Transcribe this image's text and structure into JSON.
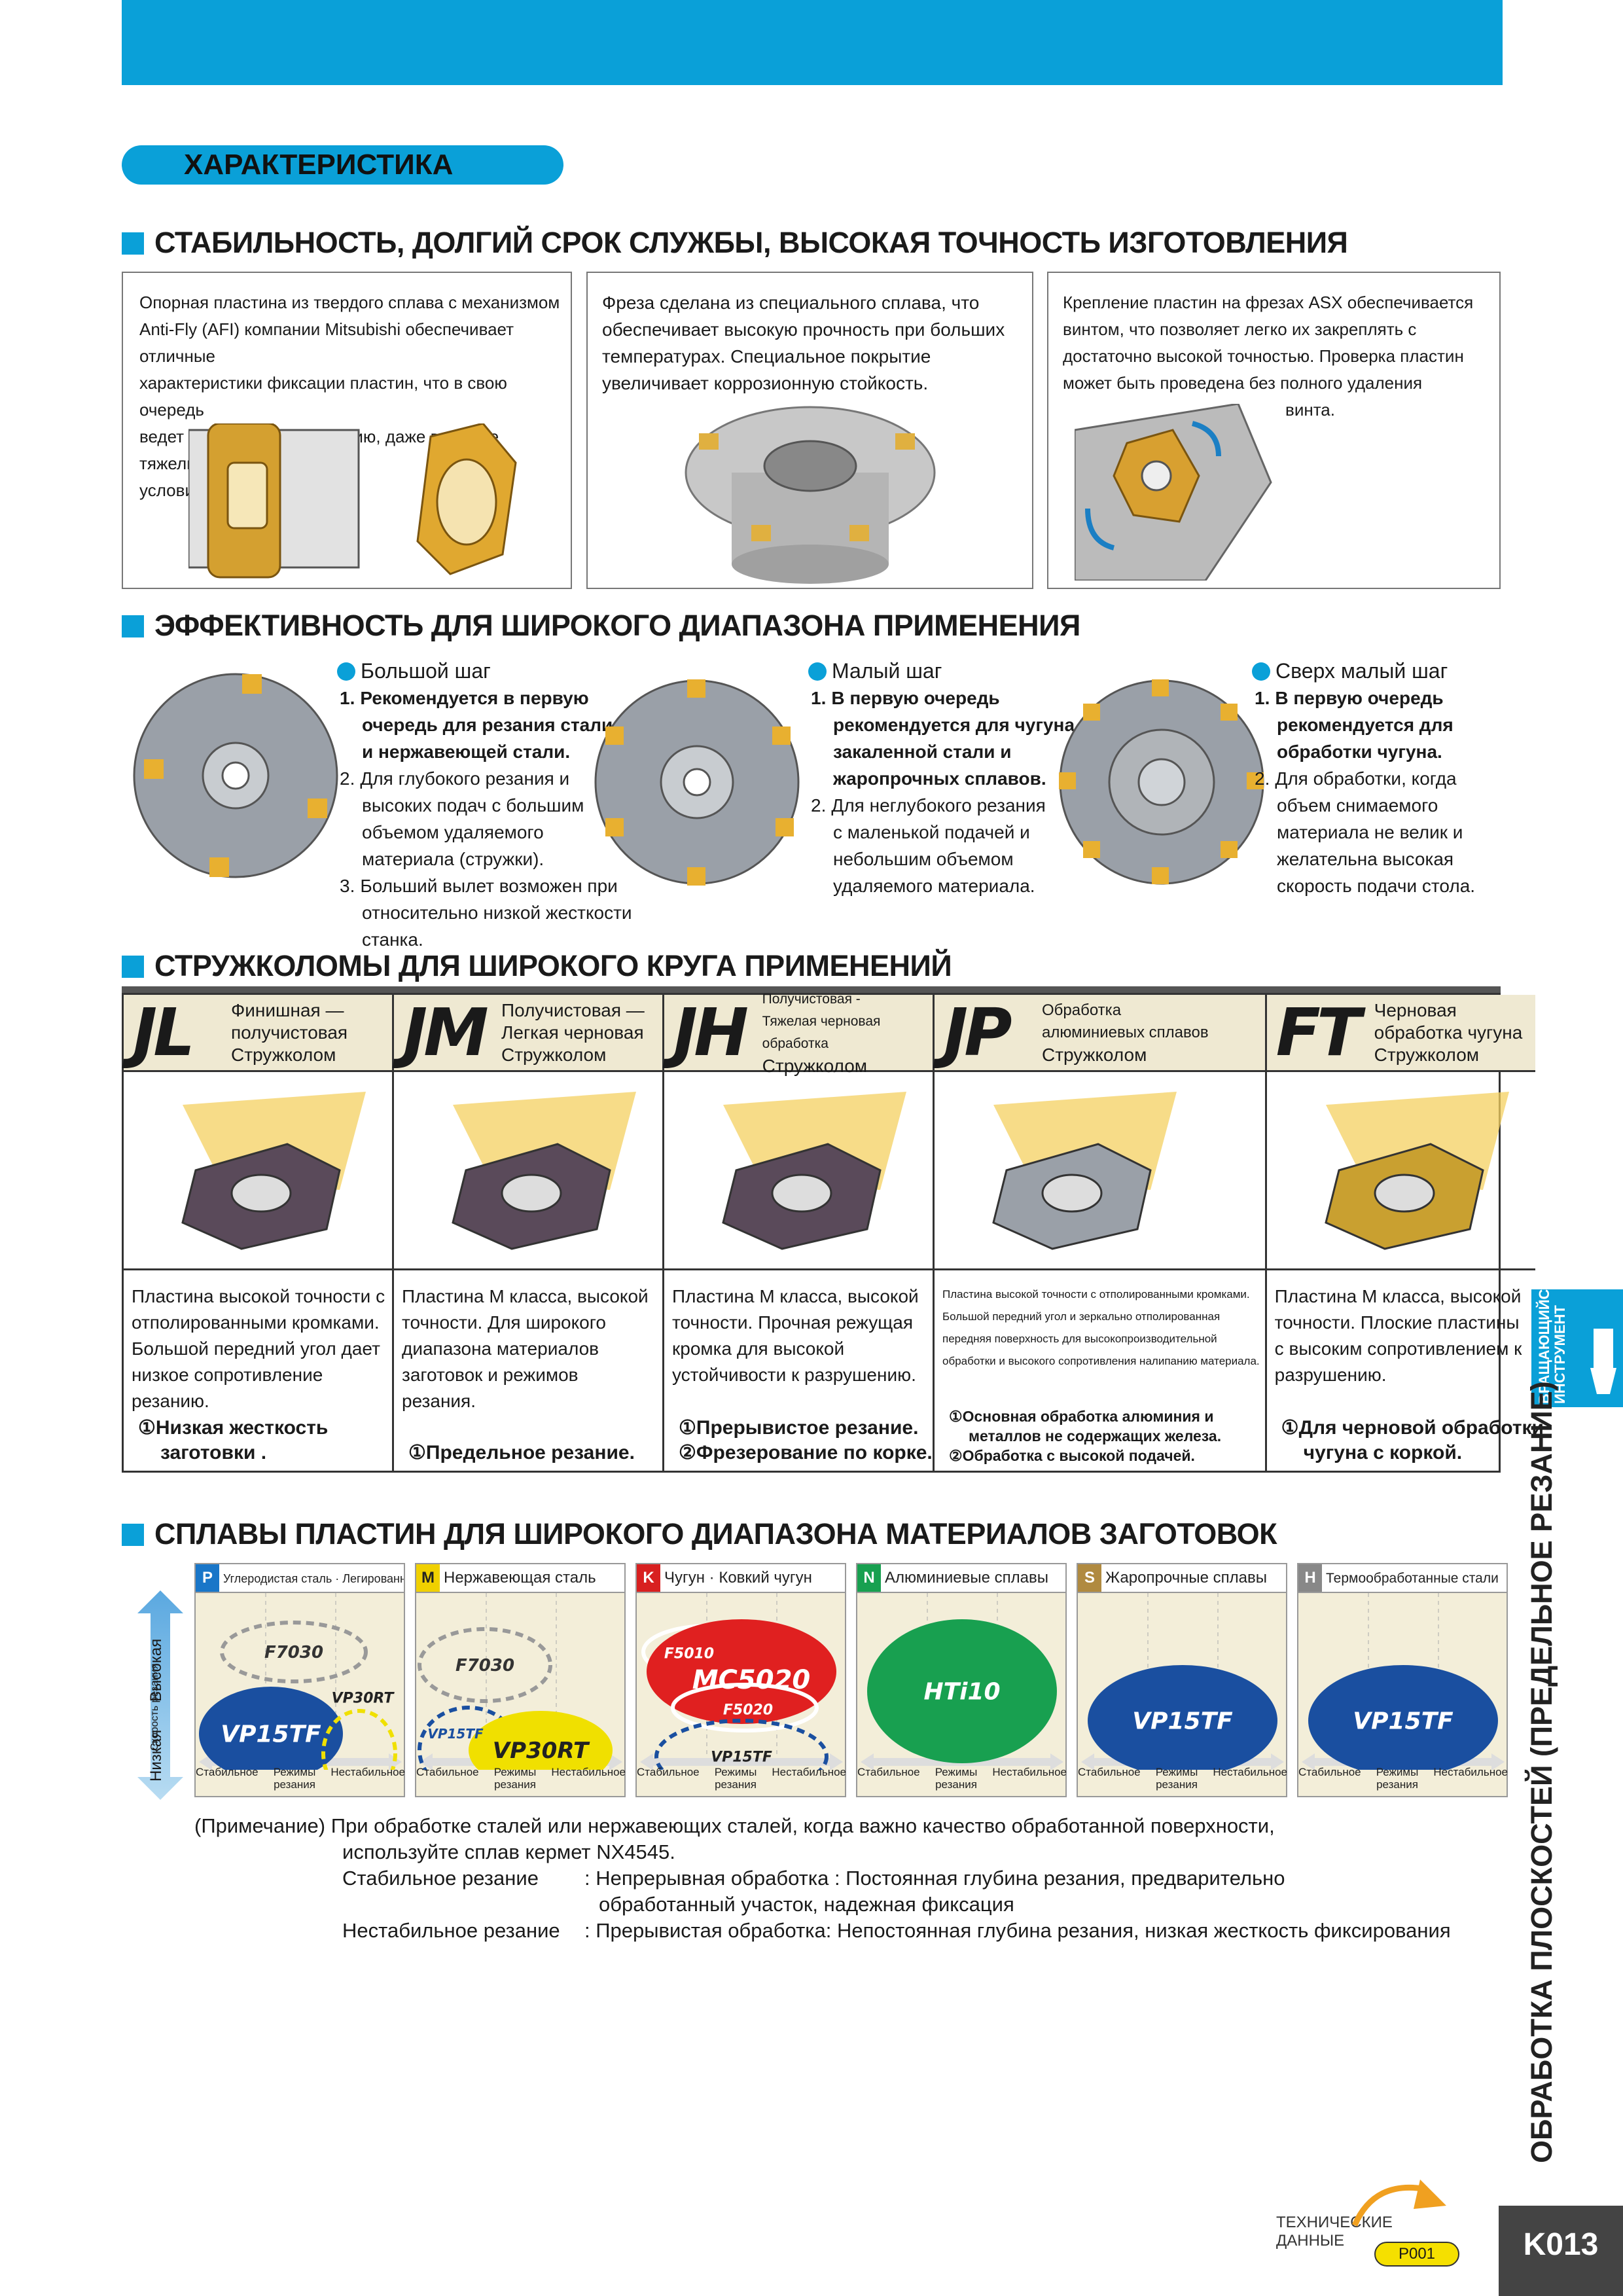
{
  "header": {
    "pill": "ХАРАКТЕРИСТИКА"
  },
  "sections": {
    "s1": "СТАБИЛЬНОСТЬ, ДОЛГИЙ СРОК СЛУЖБЫ, ВЫСОКАЯ ТОЧНОСТЬ ИЗГОТОВЛЕНИЯ",
    "s2": "ЭФФЕКТИВНОСТЬ ДЛЯ ШИРОКОГО ДИАПАЗОНА ПРИМЕНЕНИЯ",
    "s3": "СТРУЖКОЛОМЫ ДЛЯ ШИРОКОГО КРУГА ПРИМЕНЕНИЙ",
    "s4": "СПЛАВЫ ПЛАСТИН ДЛЯ ШИРОКОГО ДИАПАЗОНА МАТЕРИАЛОВ ЗАГОТОВОК"
  },
  "features": [
    {
      "lines": [
        "Опорная пластина из твердого сплава с механизмом",
        "Anti-Fly (AFI) компании Mitsubishi обеспечивает отличные",
        "характеристики фиксации пластин, что в свою очередь",
        "ведет к стабильному резанию, даже в случае тяжелых",
        "условий обработки."
      ]
    },
    {
      "lines": [
        "Фреза сделана из специального сплава, что",
        "обеспечивает высокую прочность при больших",
        "температурах. Специальное покрытие",
        "увеличивает коррозионную стойкость."
      ]
    },
    {
      "lines": [
        "Крепление пластин на фрезах ASX обеспечивается",
        "винтом, что позволяет легко их закреплять с",
        "достаточно высокой точностью. Проверка пластин",
        "может быть проведена без полного удаления",
        "винта."
      ]
    }
  ],
  "pitch": [
    {
      "title": "Большой шаг",
      "items": [
        {
          "num": "1.",
          "bold": true,
          "lines": [
            "Рекомендуется в первую",
            "очередь для резания стали",
            "и нержавеющей стали."
          ]
        },
        {
          "num": "2.",
          "bold": false,
          "lines": [
            "Для глубокого резания и",
            "высоких подач с большим",
            "объемом удаляемого",
            "материала (стружки)."
          ]
        },
        {
          "num": "3.",
          "bold": false,
          "lines": [
            "Больший вылет возможен при",
            "относительно низкой жесткости станка."
          ]
        }
      ]
    },
    {
      "title": "Малый шаг",
      "items": [
        {
          "num": "1.",
          "bold": true,
          "lines": [
            "В первую очередь",
            "рекомендуется для чугуна,",
            "закаленной стали и",
            "жаропрочных сплавов."
          ]
        },
        {
          "num": "2.",
          "bold": false,
          "lines": [
            "Для неглубокого резания",
            "с маленькой подачей и",
            "небольшим объемом",
            "удаляемого материала."
          ]
        }
      ]
    },
    {
      "title": "Сверх малый шаг",
      "items": [
        {
          "num": "1.",
          "bold": true,
          "lines": [
            "В первую очередь",
            "рекомендуется для",
            "обработки чугуна."
          ]
        },
        {
          "num": "2.",
          "bold": false,
          "lines": [
            "Для обработки, когда",
            "объем снимаемого",
            "материала не велик и",
            "желательна высокая",
            "скорость подачи стола."
          ]
        }
      ]
    }
  ],
  "breakers": [
    {
      "code": "JL",
      "desc": [
        "Финишная —",
        "получистовая",
        "Стружколом"
      ],
      "text": [
        "Пластина высокой точности с",
        "отполированными кромками.",
        "Большой передний угол дает",
        "низкое сопротивление резанию."
      ],
      "bullets": [
        "①Низкая жесткость",
        "заготовки ."
      ],
      "color": "#5a4a5a"
    },
    {
      "code": "JM",
      "desc": [
        "Получистовая —",
        "Легкая черновая",
        "Стружколом"
      ],
      "text": [
        "Пластина M класса, высокой",
        "точности. Для широкого",
        "диапазона материалов",
        "заготовок и режимов",
        "резания."
      ],
      "bullets": [
        "①Предельное резание."
      ],
      "color": "#5a4a5a"
    },
    {
      "code": "JH",
      "desc": [
        "Получистовая -",
        "Тяжелая черновая обработка",
        "Стружколом"
      ],
      "text": [
        "Пластина M класса, высокой",
        "точности. Прочная режущая",
        "кромка для высокой",
        "устойчивости к разрушению."
      ],
      "bullets": [
        "①Прерывистое резание.",
        "②Фрезерование по корке."
      ],
      "color": "#5a4a5a"
    },
    {
      "code": "JP",
      "desc": [
        "Обработка",
        "алюминиевых сплавов",
        "Стружколом"
      ],
      "text": [
        "Пластина высокой точности с отполированными кромками.",
        "Большой передний угол и зеркально отполированная",
        "передняя поверхность для высокопроизводительной",
        "обработки и высокого сопротивления налипанию материала."
      ],
      "bullets": [
        "①Основная обработка алюминия и",
        "металлов не содержащих железа.",
        "②Обработка с высокой подачей."
      ],
      "color": "#9aa0a8"
    },
    {
      "code": "FT",
      "desc": [
        "Черновая",
        "обработка чугуна",
        "Стружколом"
      ],
      "text": [
        "Пластина M класса, высокой",
        "точности. Плоские пластины",
        "с высоким сопротивлением к",
        "разрушению."
      ],
      "bullets": [
        "①Для черновой обработки",
        "чугуна с коркой."
      ],
      "color": "#c9a030"
    }
  ],
  "alloys": {
    "axis": {
      "high": "Высокая",
      "speed": "Скорость резания",
      "low": "Низкая"
    },
    "xlabels": [
      "Стабильное",
      "Режимы резания",
      "Нестабильное"
    ],
    "panels": [
      {
        "tag": "P",
        "tagColor": "#1976c8",
        "title": "Углеродистая сталь · Легированная сталь",
        "grades": [
          "F7030",
          "VP15TF",
          "VP30RT"
        ]
      },
      {
        "tag": "M",
        "tagColor": "#f0d000",
        "title": "Нержавеющая сталь",
        "grades": [
          "F7030",
          "VP15TF",
          "VP30RT"
        ]
      },
      {
        "tag": "K",
        "tagColor": "#d82020",
        "title": "Чугун · Ковкий чугун",
        "grades": [
          "F5010",
          "MC5020",
          "F5020",
          "VP15TF"
        ]
      },
      {
        "tag": "N",
        "tagColor": "#18a050",
        "title": "Алюминиевые сплавы",
        "grades": [
          "HTi10"
        ]
      },
      {
        "tag": "S",
        "tagColor": "#b08a40",
        "title": "Жаропрочные сплавы",
        "grades": [
          "VP15TF"
        ]
      },
      {
        "tag": "H",
        "tagColor": "#888888",
        "title": "Термообработанные стали",
        "grades": [
          "VP15TF"
        ]
      }
    ]
  },
  "notes": {
    "label": "(Примечание)",
    "line1": "При обработке сталей или нержавеющих сталей, когда важно качество обработанной поверхности,",
    "line2": "используйте сплав кермет NX4545.",
    "stable_label": "Стабильное резание",
    "stable_text1": ": Непрерывная обработка : Постоянная глубина резания, предварительно",
    "stable_text2": "обработанный участок, надежная фиксация",
    "unstable_label": "Нестабильное резание",
    "unstable_text": ": Прерывистая обработка: Непостоянная глубина резания, низкая жесткость фиксирования"
  },
  "sidebar": {
    "tab": "ВРАЩАЮЩИЙСЯ ИНСТРУМЕНТ",
    "vertical": "ОБРАБОТКА ПЛОСКОСТЕЙ (ПРЕДЕЛЬНОЕ РЕЗАНИЕ)",
    "page": "K013"
  },
  "footer": {
    "tech_line1": "ТЕХНИЧЕСКИЕ",
    "tech_line2": "ДАННЫЕ",
    "ref": "P001"
  }
}
